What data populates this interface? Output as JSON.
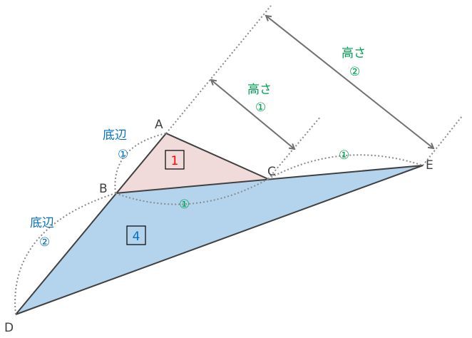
{
  "points": {
    "A": "A",
    "B": "B",
    "C": "C",
    "D": "D",
    "E": "E"
  },
  "region_labels": {
    "triangle_abc": "1",
    "triangle_bde": "4"
  },
  "base_labels": {
    "base1": {
      "text": "底辺",
      "num": "①"
    },
    "base2": {
      "text": "底辺",
      "num": "②"
    }
  },
  "height_labels": {
    "height1": {
      "text": "高さ",
      "num": "①"
    },
    "height2": {
      "text": "高さ",
      "num": "②"
    }
  },
  "arc_labels": {
    "bc": "①",
    "ce": "①"
  },
  "colors": {
    "triangle1": "#f0dada",
    "triangle4": "#b4d4ee",
    "number1": "#ff0000",
    "number4": "#0070c0"
  }
}
